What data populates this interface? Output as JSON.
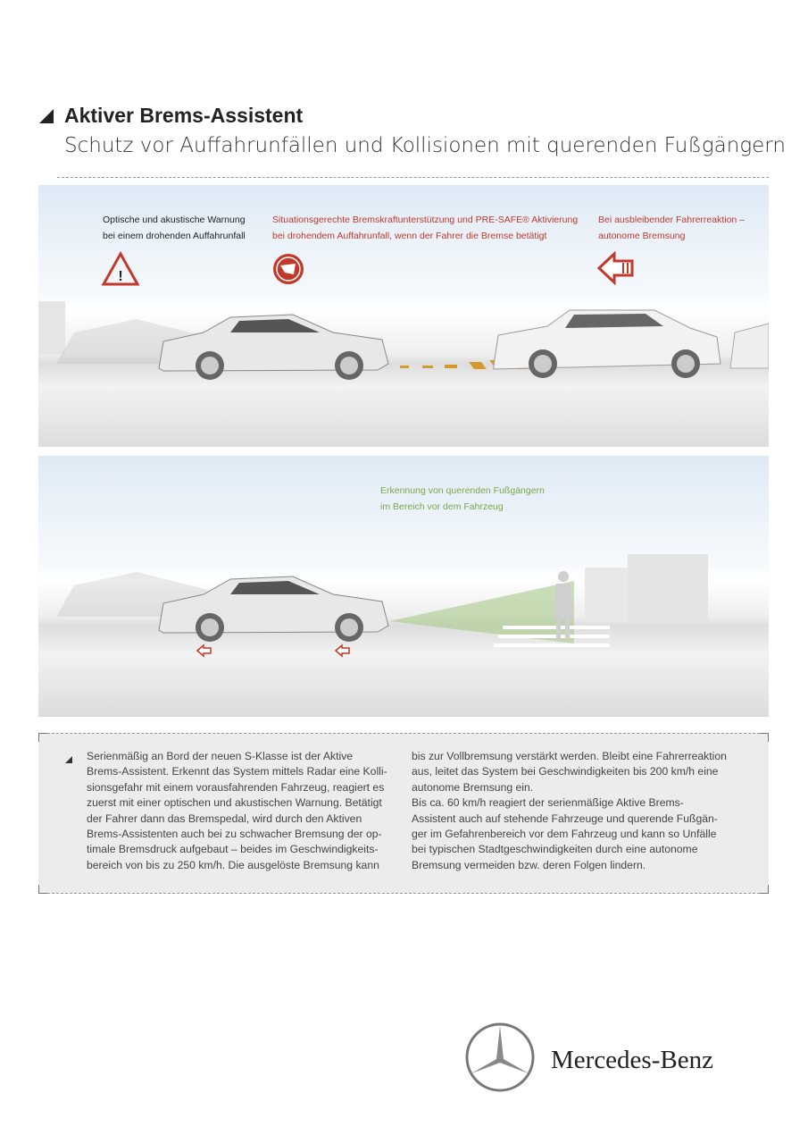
{
  "header": {
    "title": "Aktiver Brems-Assistent",
    "subtitle": "Schutz vor Auffahrunfällen und Kollisionen mit querenden Fußgängern"
  },
  "panel1": {
    "captions": [
      {
        "text": "Optische und akustische Warnung\nbei einem drohenden Auffahrunfall",
        "icon": "warning-triangle-icon"
      },
      {
        "text": "Situationsgerechte Bremskraftunterstützung und PRE-SAFE® Aktivierung\nbei drohendem Auffahrunfall, wenn der Fahrer die Bremse betätigt",
        "icon": "brake-assist-icon"
      },
      {
        "text": "Bei ausbleibender Fahrerreaktion –\nautonome Bremsung",
        "icon": "brake-arrow-icon"
      }
    ]
  },
  "panel2": {
    "caption": "Erkennung von querenden Fußgängern\nim Bereich vor dem Fahrzeug"
  },
  "body": {
    "col1": "Serienmäßig an Bord der neuen S-Klasse ist der Aktive\nBrems-Assistent. Erkennt das System mittels Radar eine Kolli-\nsionsgefahr mit einem vorausfahrenden Fahrzeug, reagiert es\nzuerst mit einer optischen und akustischen Warnung. Betätigt\nder Fahrer dann das Bremspedal, wird durch den Aktiven\nBrems-Assistenten auch bei zu schwacher Bremsung der op-\ntimale Bremsdruck aufgebaut – beides im Geschwindigkeits-\nbereich von bis zu 250 km/h. Die ausgelöste Bremsung kann",
    "col2": "bis zur Vollbremsung verstärkt werden. Bleibt eine Fahrerreaktion\naus, leitet das System bei Geschwindigkeiten bis 200 km/h eine\nautonome Bremsung ein.\nBis ca. 60 km/h reagiert der serienmäßige Aktive Brems-\nAssistent auch auf stehende Fahrzeuge und querende Fußgän-\nger im Gefahrenbereich vor dem Fahrzeug und kann so Unfälle\nbei typischen Stadtgeschwindigkeiten durch eine autonome\nBremsung vermeiden bzw. deren Folgen lindern."
  },
  "brand": {
    "name": "Mercedes-Benz"
  },
  "colors": {
    "red": "#c0392b",
    "green": "#7aa84a",
    "text": "#222222"
  }
}
